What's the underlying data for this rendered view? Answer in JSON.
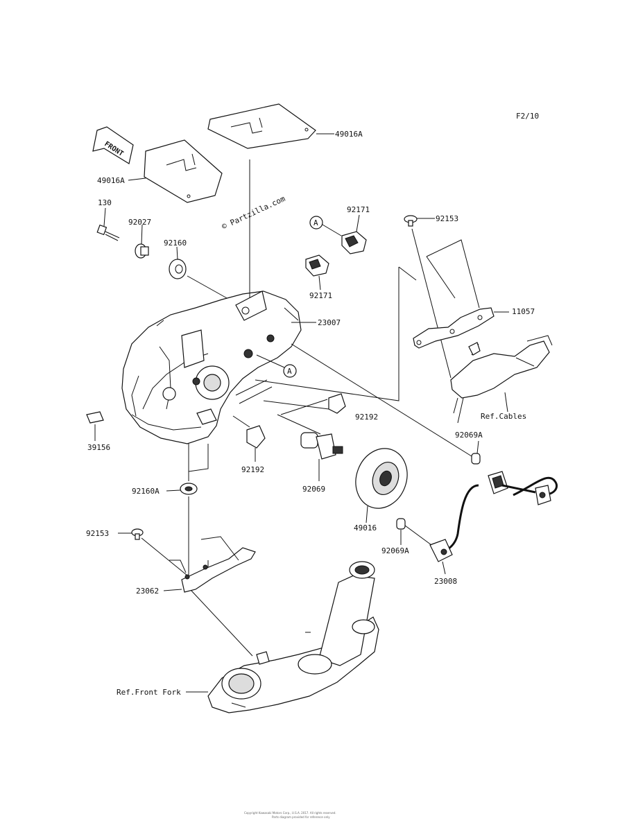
{
  "diagram": {
    "figure_code": "F2/10",
    "front_arrow_text": "FRONT",
    "watermark": "© Partzilla.com",
    "footer_line1": "Copyright Kawasaki Motors Corp., U.S.A. 2017. All rights reserved.",
    "footer_line2": "Parts diagram provided for reference only",
    "callout_symbol": "A",
    "labels": {
      "p49016A_top": "49016A",
      "p49016A_left": "49016A",
      "p130": "130",
      "p92027": "92027",
      "p92160": "92160",
      "p92171_a": "92171",
      "p92171_b": "92171",
      "p92153_top": "92153",
      "p11057": "11057",
      "p23007": "23007",
      "p92192_right": "92192",
      "p92192_left": "92192",
      "p39156": "39156",
      "p92069": "92069",
      "p92069A_top": "92069A",
      "p92069A_bot": "92069A",
      "p49016": "49016",
      "p92160A": "92160A",
      "p92153_left": "92153",
      "p23062": "23062",
      "p23008": "23008",
      "ref_cables": "Ref.Cables",
      "ref_front_fork": "Ref.Front Fork"
    }
  }
}
